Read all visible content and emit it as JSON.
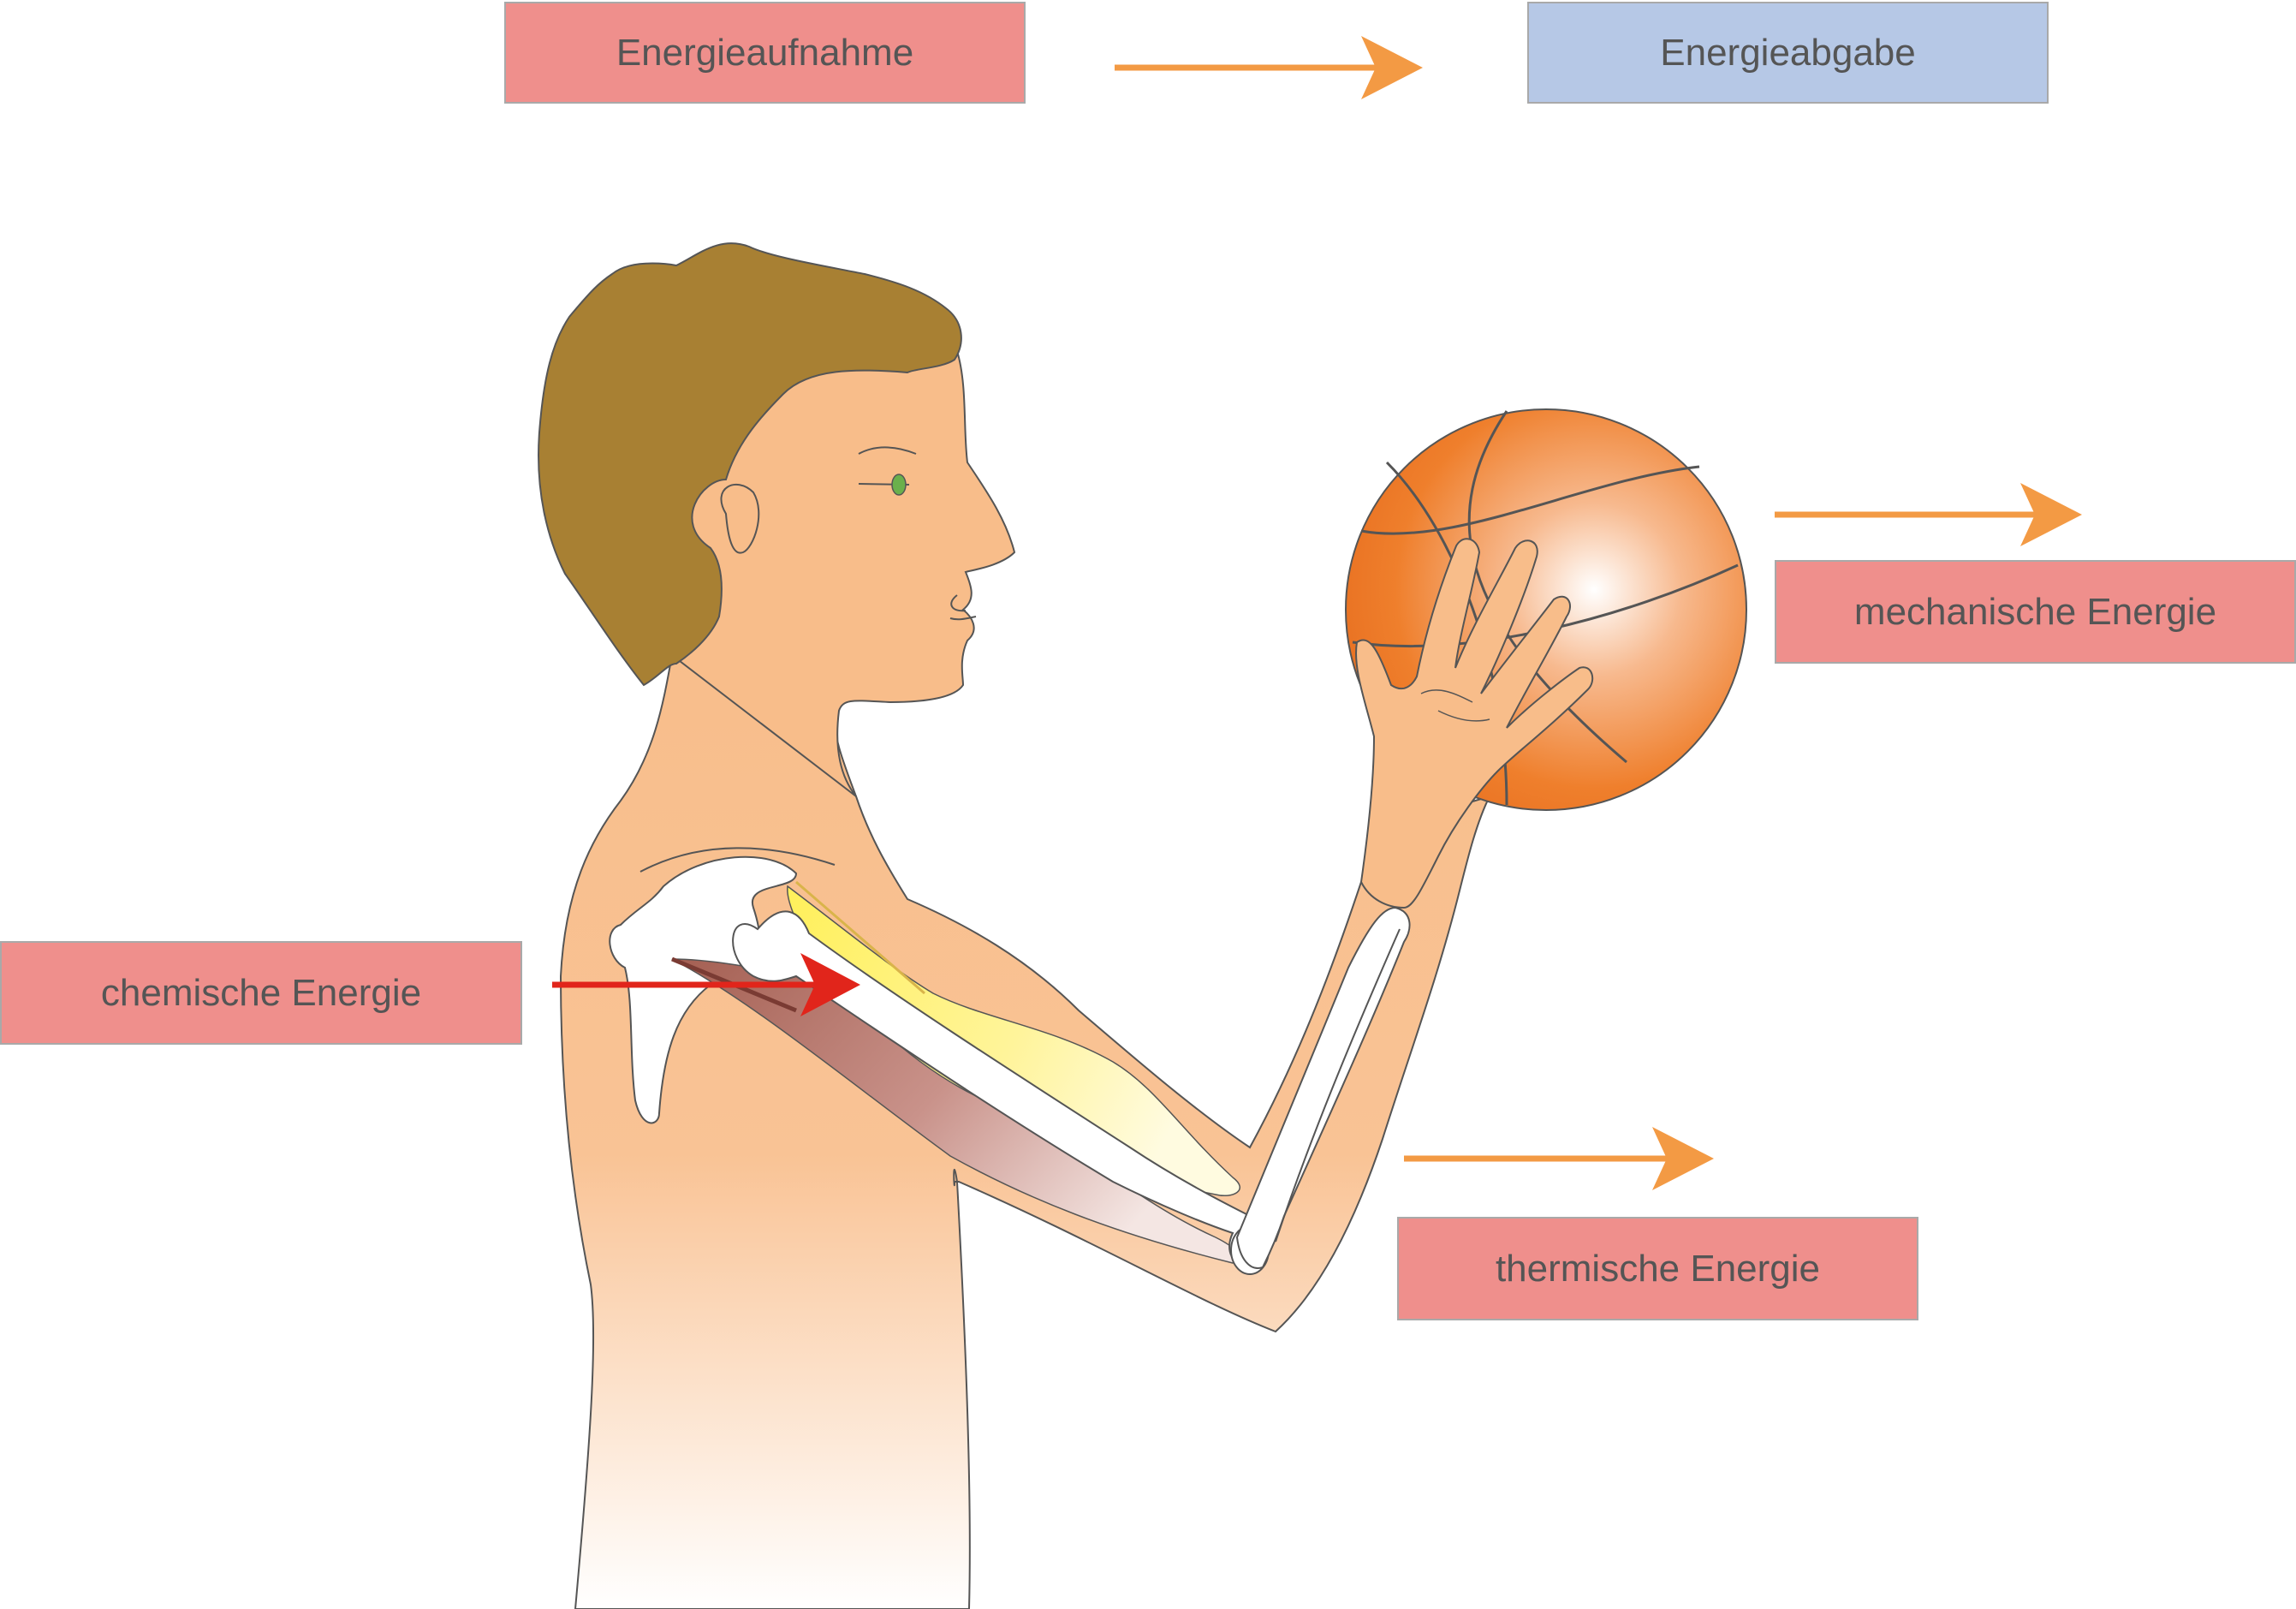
{
  "labels": {
    "energy_intake": "Energieaufnahme",
    "energy_output": "Energieabgabe",
    "mechanical": "mechanische Energie",
    "chemical": "chemische Energie",
    "thermal": "thermische Energie"
  },
  "colors": {
    "intake_box": "#ef8f8c",
    "output_box": "#b6c8e6",
    "energy_box": "#ef8f8c",
    "output_arrow": "#f39a44",
    "input_arrow": "#e1251b",
    "skin": "#f8bd8a",
    "hair": "#a88033",
    "ball": "#ee7a25",
    "biceps": "#fff27a",
    "triceps": "#ad6a5d",
    "bone": "#ffffff",
    "eye": "#6ab04c"
  },
  "icons": {
    "person": "person-figure",
    "ball": "basketball-icon",
    "arrow": "arrow-right-icon"
  }
}
